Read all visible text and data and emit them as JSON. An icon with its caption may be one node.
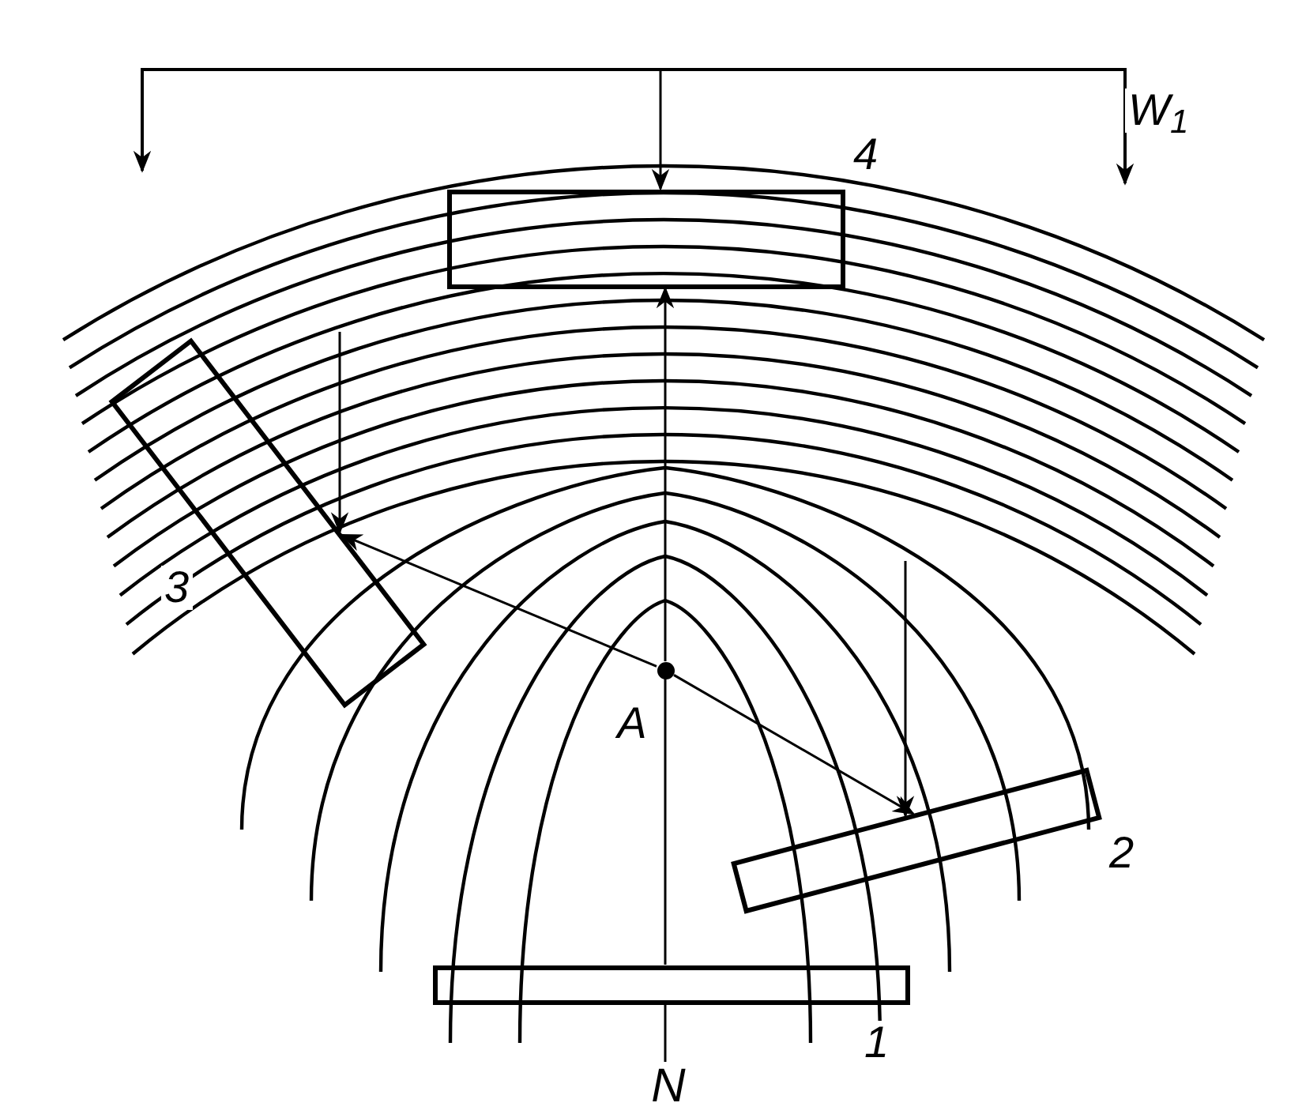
{
  "diagram": {
    "nodes": [
      {
        "text": [],
        "shape": "box"
      },
      {
        "text": [],
        "shape": "box"
      },
      {
        "text": [],
        "shape": "box"
      },
      {
        "text": [],
        "shape": "box"
      },
      {
        "text": [],
        "shape": "circle",
        "beside": [
          "A"
        ]
      },
      {
        "text": [
          "N"
        ]
      }
    ],
    "edges": [
      {
        "from": 4,
        "to": 0,
        "arrow": "to"
      },
      {
        "from": 4,
        "to": 1,
        "arrow": "to"
      },
      {
        "from": 4,
        "to": 2,
        "arrow": "to"
      },
      {
        "from": 5,
        "to": 3,
        "arrow": "none"
      },
      {
        "from": null,
        "to": 1,
        "arrow": "to"
      },
      {
        "from": null,
        "to": 2,
        "arrow": "to"
      },
      {
        "from": null,
        "to": 0,
        "arrow": "to"
      },
      {
        "from": 3,
        "to": 4,
        "arrow": "none"
      }
    ],
    "labels": [
      "W$_{1}$",
      "4",
      "3",
      "2",
      "1"
    ]
  }
}
